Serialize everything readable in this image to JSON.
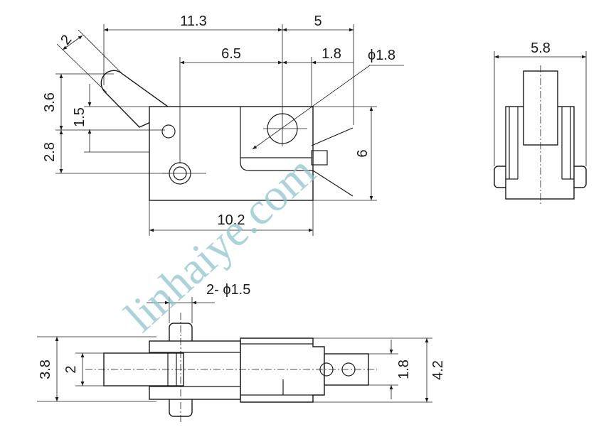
{
  "dimensions": {
    "d_11_3": "11.3",
    "d_5": "5",
    "d_2_angled": "2",
    "d_6_5": "6.5",
    "d_1_8_top": "1.8",
    "d_phi_1_8": "ϕ1.8",
    "d_3_6": "3.6",
    "d_1_5": "1.5",
    "d_2_8": "2.8",
    "d_6": "6",
    "d_10_2": "10.2",
    "d_5_8": "5.8",
    "d_2_phi_1_5": "2- ϕ1.5",
    "d_3_8": "3.8",
    "d_2_bottom": "2",
    "d_1_8_bottom": "1.8",
    "d_4_2": "4.2"
  },
  "watermark": {
    "text": "linhaiye.com",
    "color": "#8fc4cc"
  },
  "colors": {
    "line": "#1a1a1a",
    "background": "#ffffff"
  }
}
